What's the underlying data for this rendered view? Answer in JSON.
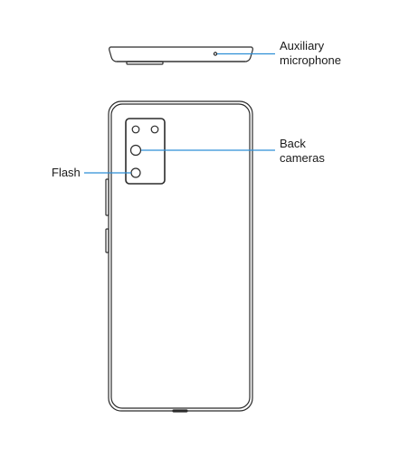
{
  "callouts": {
    "aux_mic": {
      "line1": "Auxiliary",
      "line2": "microphone"
    },
    "back_cameras": {
      "line1": "Back",
      "line2": "cameras"
    },
    "flash": {
      "label": "Flash"
    }
  },
  "colors": {
    "outline": "#2b2b2b",
    "callout_line": "#2f8fd6",
    "text": "#1a1a1a"
  }
}
